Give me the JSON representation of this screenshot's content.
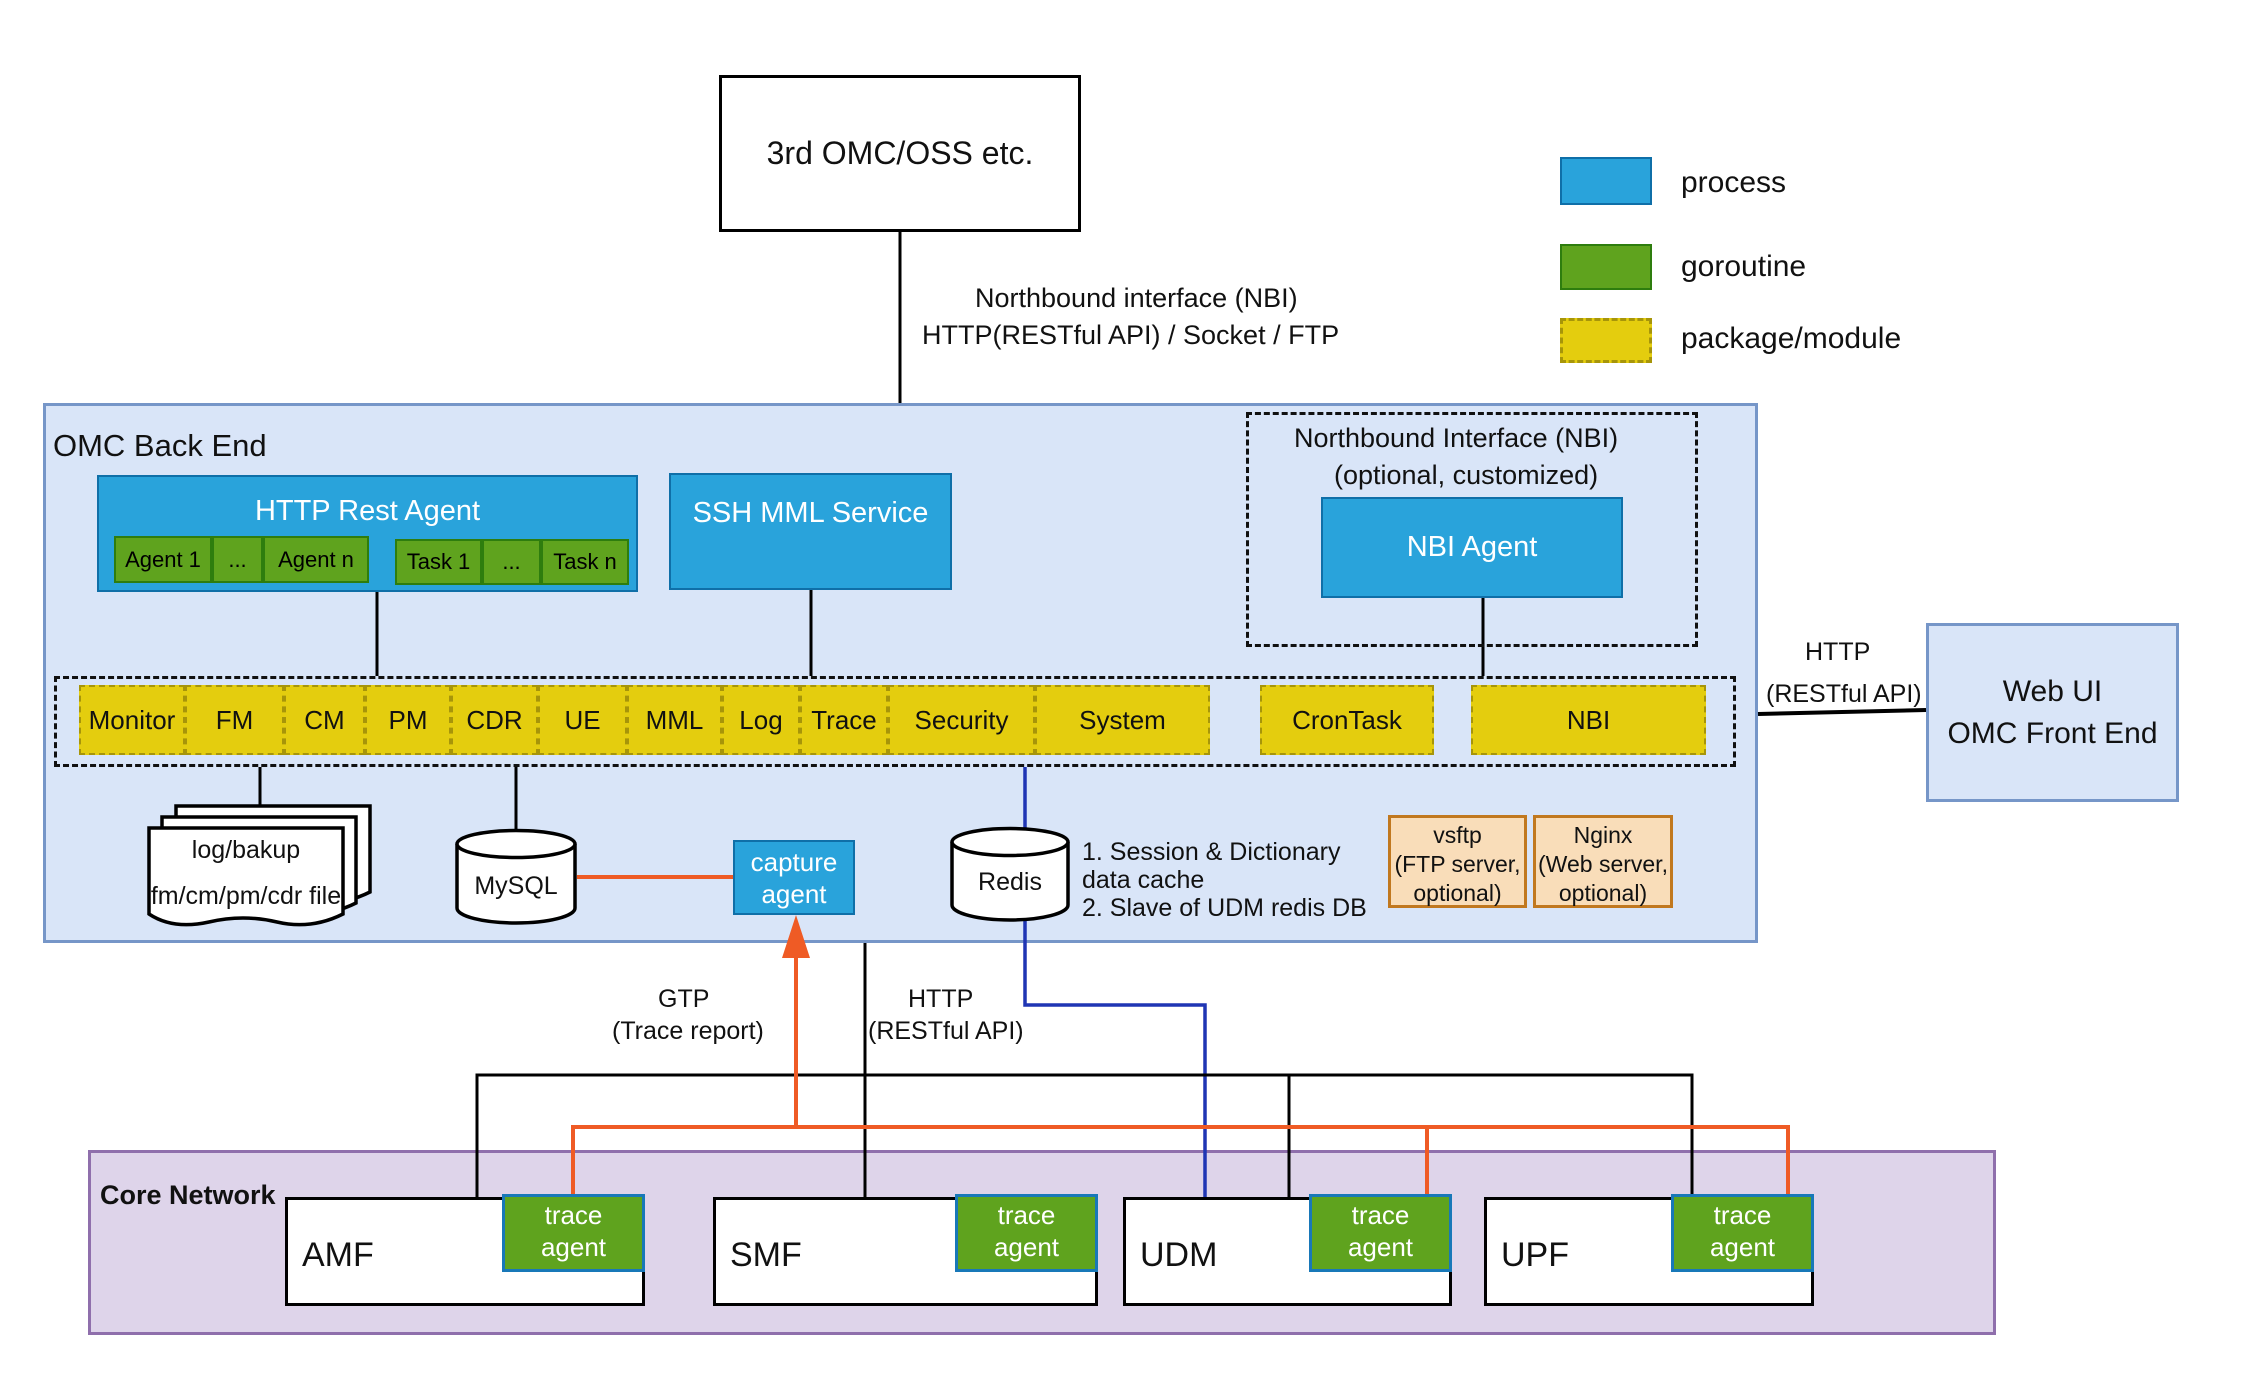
{
  "colors": {
    "process_blue": "#29A3DB",
    "goroutine_green": "#5FA31E",
    "module_yellow": "#E4CD0E",
    "panel_blue_bg": "#D9E5F8",
    "core_purple_bg": "#DED4EA",
    "server_tan": "#F9DDB9",
    "orange_line": "#EF5B25",
    "blue_line": "#1F35B4",
    "black_line": "#000000"
  },
  "external_box": {
    "label": "3rd OMC/OSS etc."
  },
  "nbi_link_label": {
    "line1": "Northbound interface (NBI)",
    "line2": "HTTP(RESTful API) / Socket / FTP"
  },
  "legend": {
    "items": [
      {
        "label": "process"
      },
      {
        "label": "goroutine"
      },
      {
        "label": "package/module"
      }
    ]
  },
  "omc": {
    "title": "OMC Back End",
    "http_rest_agent": {
      "title": "HTTP Rest Agent",
      "agents": [
        "Agent 1",
        "...",
        "Agent n"
      ],
      "tasks": [
        "Task 1",
        "...",
        "Task n"
      ]
    },
    "ssh_mml_service": "SSH MML Service",
    "nbi_optional": {
      "title_line1": "Northbound Interface (NBI)",
      "title_line2": "(optional, customized)",
      "agent_label": "NBI  Agent"
    },
    "modules": [
      "Monitor",
      "FM",
      "CM",
      "PM",
      "CDR",
      "UE",
      "MML",
      "Log",
      "Trace",
      "Security",
      "System"
    ],
    "crontask": "CronTask",
    "nbi_module": "NBI",
    "file_store": {
      "line1": "log/bakup",
      "line2": "fm/cm/pm/cdr file"
    },
    "mysql": "MySQL",
    "capture_agent": {
      "line1": "capture",
      "line2": "agent"
    },
    "redis": "Redis",
    "redis_note": {
      "line1": "1. Session & Dictionary",
      "line2": "data cache",
      "line3": "2. Slave of UDM redis DB"
    },
    "vsftp": {
      "line1": "vsftp",
      "line2": "(FTP server,",
      "line3": "optional)"
    },
    "nginx": {
      "line1": "Nginx",
      "line2": "(Web server,",
      "line3": "optional)"
    }
  },
  "web_ui": {
    "line1": "Web UI",
    "line2": "OMC Front End"
  },
  "right_link_label": {
    "line1": "HTTP",
    "line2": "(RESTful API)"
  },
  "gtp_label": {
    "line1": "GTP",
    "line2": "(Trace report)"
  },
  "http_label": {
    "line1": "HTTP",
    "line2": "(RESTful API)"
  },
  "core_network": {
    "title": "Core Network",
    "trace_agent": {
      "line1": "trace",
      "line2": "agent"
    },
    "nodes": [
      {
        "name": "AMF"
      },
      {
        "name": "SMF"
      },
      {
        "name": "UDM"
      },
      {
        "name": "UPF"
      }
    ]
  }
}
